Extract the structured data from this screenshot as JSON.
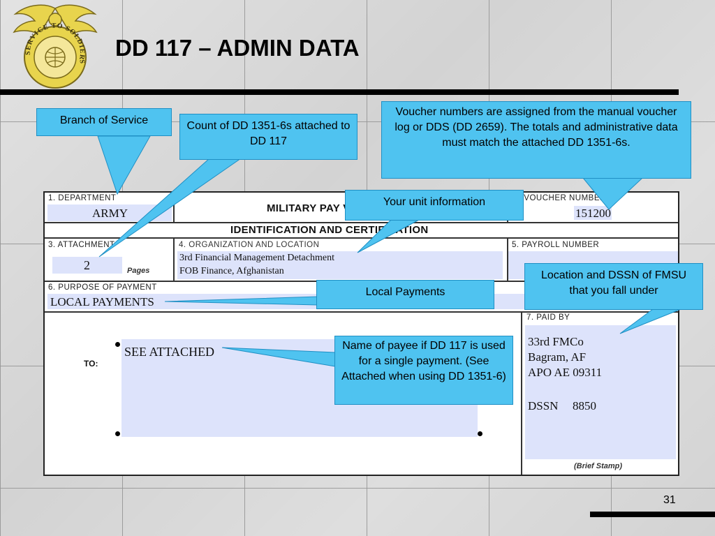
{
  "slide": {
    "title": "DD 117 – ADMIN DATA",
    "page_number": "31",
    "emblem_text": "SERVICE TO SOLDIERS"
  },
  "form": {
    "department": {
      "label": "1.  DEPARTMENT",
      "value": "ARMY"
    },
    "header_title": "MILITARY PAY VOUCHER",
    "voucher_number": {
      "label": "2.  VOUCHER  NUMBER",
      "value": "151200"
    },
    "subheader": "IDENTIFICATION AND CERTIFICATION",
    "attachment": {
      "label": "3.  ATTACHMENT",
      "value": "2",
      "unit": "Pages"
    },
    "organization": {
      "label": "4.  ORGANIZATION AND LOCATION",
      "line1": "3rd Financial Management Detachment",
      "line2": "FOB Finance, Afghanistan"
    },
    "payroll_number": {
      "label": "5.  PAYROLL NUMBER"
    },
    "purpose": {
      "label": "6.  PURPOSE OF PAYMENT",
      "value": "LOCAL PAYMENTS"
    },
    "to": {
      "label": "TO:",
      "value": "SEE ATTACHED"
    },
    "paid_by": {
      "label": "7.  PAID BY",
      "line1": "33rd FMCo",
      "line2": "Bagram, AF",
      "line3": "APO AE 09311",
      "dssn_label": "DSSN",
      "dssn_value": "8850",
      "stamp": "(Brief Stamp)"
    }
  },
  "callouts": {
    "branch": "Branch of Service",
    "count": "Count of DD 1351-6s attached to DD 117",
    "voucher": "Voucher numbers are assigned from the manual voucher log or DDS (DD 2659).  The totals and administrative data must match the attached DD 1351-6s.",
    "unit": "Your unit information",
    "location": "Location and DSSN of FMSU that you fall under",
    "local": "Local Payments",
    "payee": "Name of payee if DD 117 is used for a single payment.  (See Attached when using DD 1351-6)"
  },
  "colors": {
    "callout_fill": "#4fc3f0",
    "field_fill": "#dde3fb",
    "emblem_gold": "#e8d44d"
  }
}
